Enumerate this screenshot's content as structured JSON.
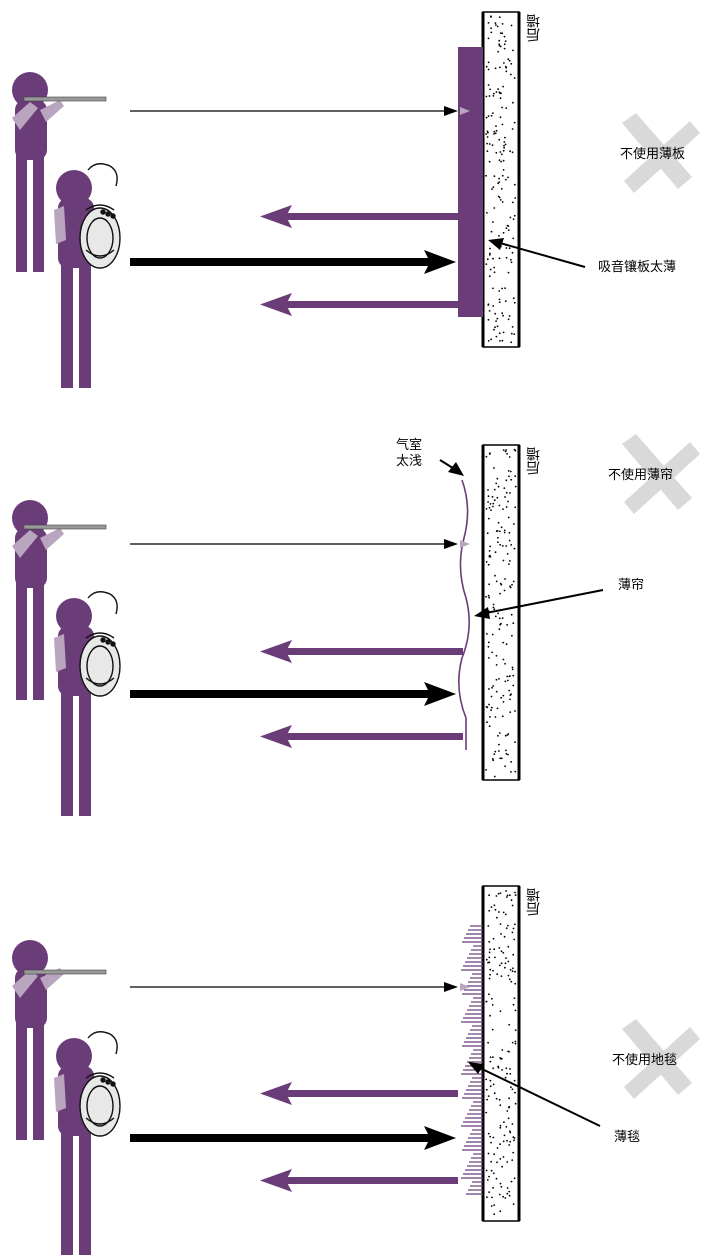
{
  "colors": {
    "purple": "#6a3c78",
    "light_purple": "#b9a5bf",
    "cross": "#d9d9d9",
    "dark": "#000000"
  },
  "panels": [
    {
      "treatment": "panel",
      "wall_label": "后墙",
      "material_label": "吸音镶板太薄",
      "verdict_label": "不使用薄板"
    },
    {
      "treatment": "curtain",
      "wall_label": "后墙",
      "gap_label": "气室\n太浅",
      "material_label": "薄帘",
      "verdict_label": "不使用薄帘"
    },
    {
      "treatment": "carpet",
      "wall_label": "后墙",
      "material_label": "薄毯",
      "verdict_label": "不使用地毯"
    }
  ]
}
